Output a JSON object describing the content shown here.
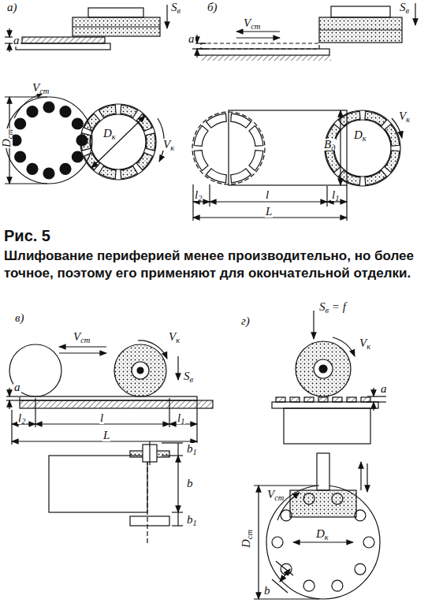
{
  "diagram": {
    "title": "Рис. 5",
    "caption": "Шлифование периферией менее производительно, но более точное, поэтому его применяют для окончательной отделки.",
    "labels": [
      "а)",
      "Sв",
      "a",
      "Vст",
      "Dст",
      "Dк",
      "Vк",
      "б)",
      "Sв",
      "Vст",
      "a",
      "Bд",
      "Dк",
      "Vк",
      "l2",
      "l",
      "l1",
      "L",
      "в)",
      "Vст",
      "Vк",
      "Sв",
      "a",
      "l2",
      "l",
      "l1",
      "L",
      "b1",
      "b",
      "b1",
      "г)",
      "Sв = f",
      "Vк",
      "a",
      "Vст",
      "Dк",
      "Dст",
      "b"
    ]
  }
}
